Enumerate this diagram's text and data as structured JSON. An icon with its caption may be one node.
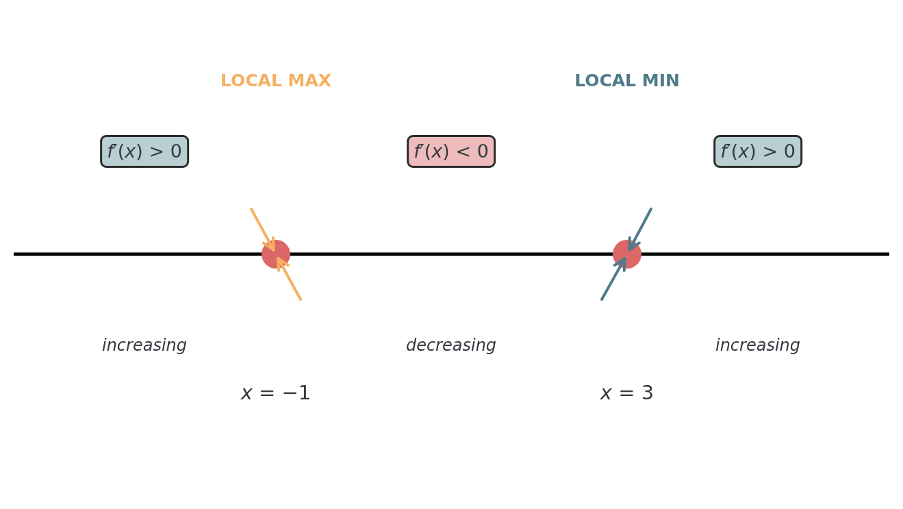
{
  "diagram": {
    "nodes": [
      {
        "text": [
          "*f*′(*x*) > 0"
        ]
      },
      {
        "text": [
          "*f*′(*x*) < 0"
        ]
      },
      {
        "text": [
          "*f*′(*x*) > 0"
        ]
      },
      {
        "text": [],
        "shape": "circle"
      },
      {
        "text": [],
        "shape": "circle"
      }
    ],
    "edges": [
      {
        "from": null,
        "to": 3,
        "arrow": "to",
        "color": "#f5b061"
      },
      {
        "from": null,
        "to": 3,
        "arrow": "to",
        "color": "#f5b061"
      },
      {
        "from": null,
        "to": 4,
        "arrow": "to",
        "color": "#4f7a8a"
      },
      {
        "from": null,
        "to": 4,
        "arrow": "to",
        "color": "#4f7a8a"
      }
    ],
    "labels": [
      "LOCAL MAX",
      "LOCAL MIN",
      "increasing",
      "decreasing",
      "increasing",
      "*x* = −1",
      "*x* = 3"
    ]
  }
}
